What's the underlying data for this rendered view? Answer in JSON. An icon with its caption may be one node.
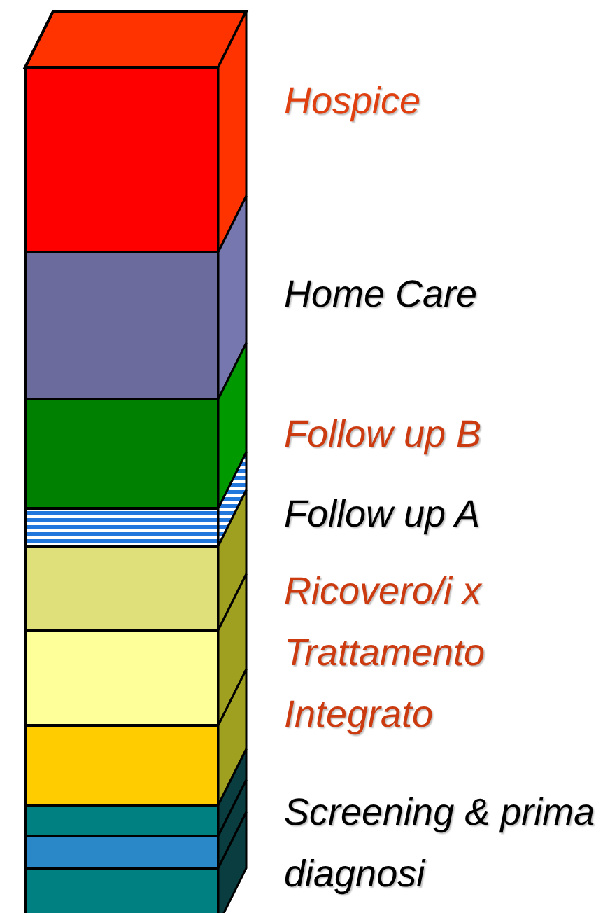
{
  "diagram": {
    "labels": [
      "Hospice",
      "Home Care",
      "Follow up B",
      "Follow up A",
      "Ricovero/i x Trattamento Integrato",
      "Screening & prima diagnosi"
    ]
  }
}
